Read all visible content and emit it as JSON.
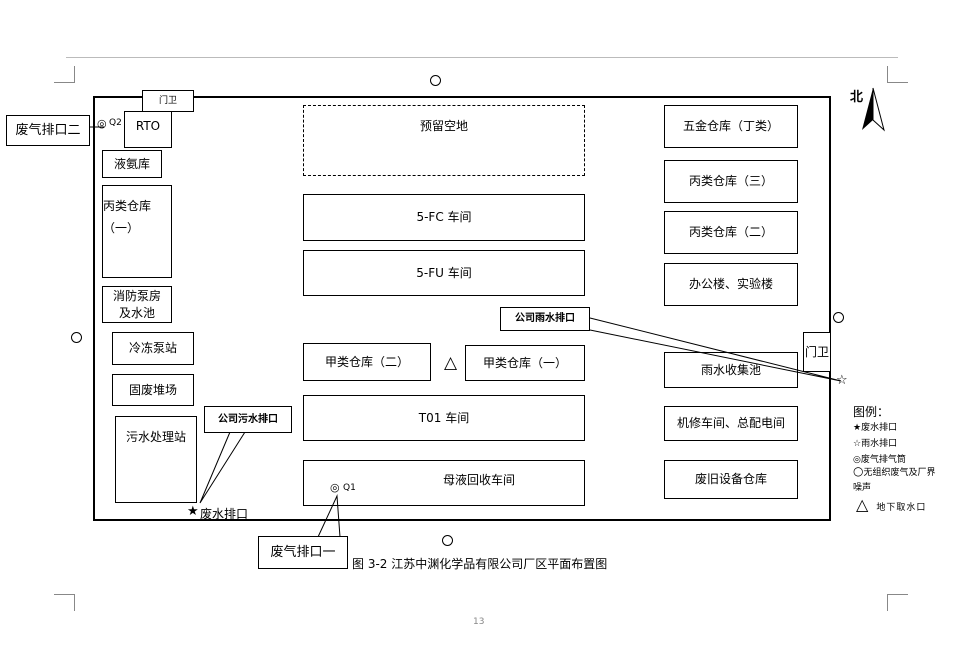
{
  "buildings": {
    "men_wei_1": "门卫",
    "rto": "RTO",
    "ye_an_ku": "液氨库",
    "bing_lei_1_line1": "丙类仓库",
    "bing_lei_1_line2": "（一）",
    "xiao_fang_line1": "消防泵房",
    "xiao_fang_line2": "及水池",
    "leng_dong": "冷冻泵站",
    "gu_fei": "固废堆场",
    "wu_shui": "污水处理站",
    "yu_liu": "预留空地",
    "fc_workshop": "5-FC 车间",
    "fu_workshop": "5-FU 车间",
    "jia_lei_2": "甲类仓库（二）",
    "jia_lei_1": "甲类仓库（一）",
    "t01": "T01 车间",
    "mu_ye": "母液回收车间",
    "wu_jin": "五金仓库（丁类）",
    "bing_lei_3": "丙类仓库（三）",
    "bing_lei_2": "丙类仓库（二）",
    "office": "办公楼、实验楼",
    "men_wei_2": "门卫",
    "rain_pool": "雨水收集池",
    "repair": "机修车间、总配电间",
    "old_equip": "废旧设备仓库"
  },
  "callouts": {
    "exhaust_2": "废气排口二",
    "exhaust_1": "废气排口一",
    "sewage_outlet": "公司污水排口",
    "rain_outlet": "公司雨水排口",
    "waste_water": "废水排口",
    "q1": "Q1",
    "q2": "Q2"
  },
  "north": "北",
  "legend": {
    "title": "图例：",
    "items": [
      {
        "symbol": "★",
        "text": "废水排口"
      },
      {
        "symbol": "☆",
        "text": "雨水排口"
      },
      {
        "symbol": "◎",
        "text": "废气排气筒"
      },
      {
        "symbol": "○",
        "text": "无组织废气及厂界"
      },
      {
        "symbol": "",
        "text": "噪声"
      },
      {
        "symbol": "△",
        "text": "地下取水口"
      }
    ]
  },
  "caption": "图 3-2  江苏中渊化学品有限公司厂区平面布置图",
  "page_number": "13"
}
